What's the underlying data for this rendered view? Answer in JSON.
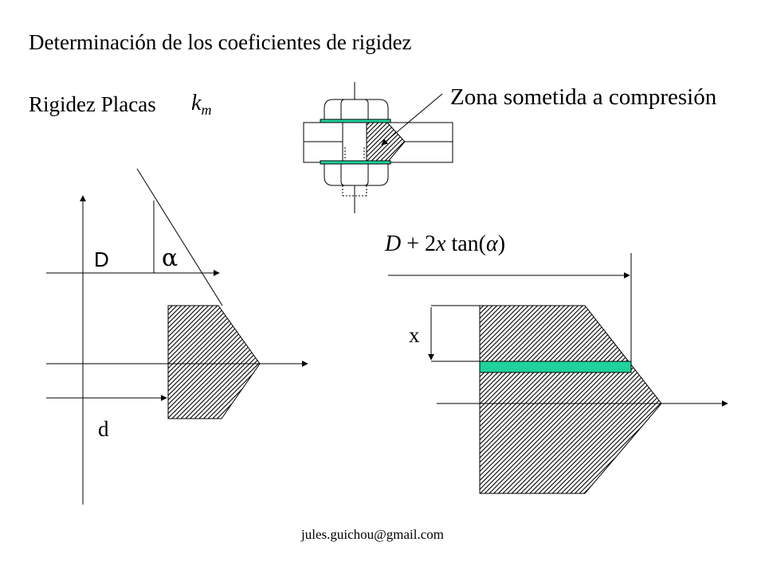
{
  "title": "Determinación de los coeficientes de rigidez",
  "subtitle": {
    "text": "Rigidez Placas",
    "symbol_base": "k",
    "symbol_sub": "m"
  },
  "annotation": "Zona sometida a compresión",
  "left_diagram": {
    "label_outer": "D",
    "label_angle": "α",
    "label_inner": "d"
  },
  "right_diagram": {
    "label_depth": "x",
    "formula": {
      "D": "D",
      "plus": " + 2",
      "x": "x",
      "tan": " tan(",
      "alpha": "α",
      "close": ")"
    },
    "highlight_color": "#1fd19a"
  },
  "footer": "jules.guichou@gmail.com"
}
